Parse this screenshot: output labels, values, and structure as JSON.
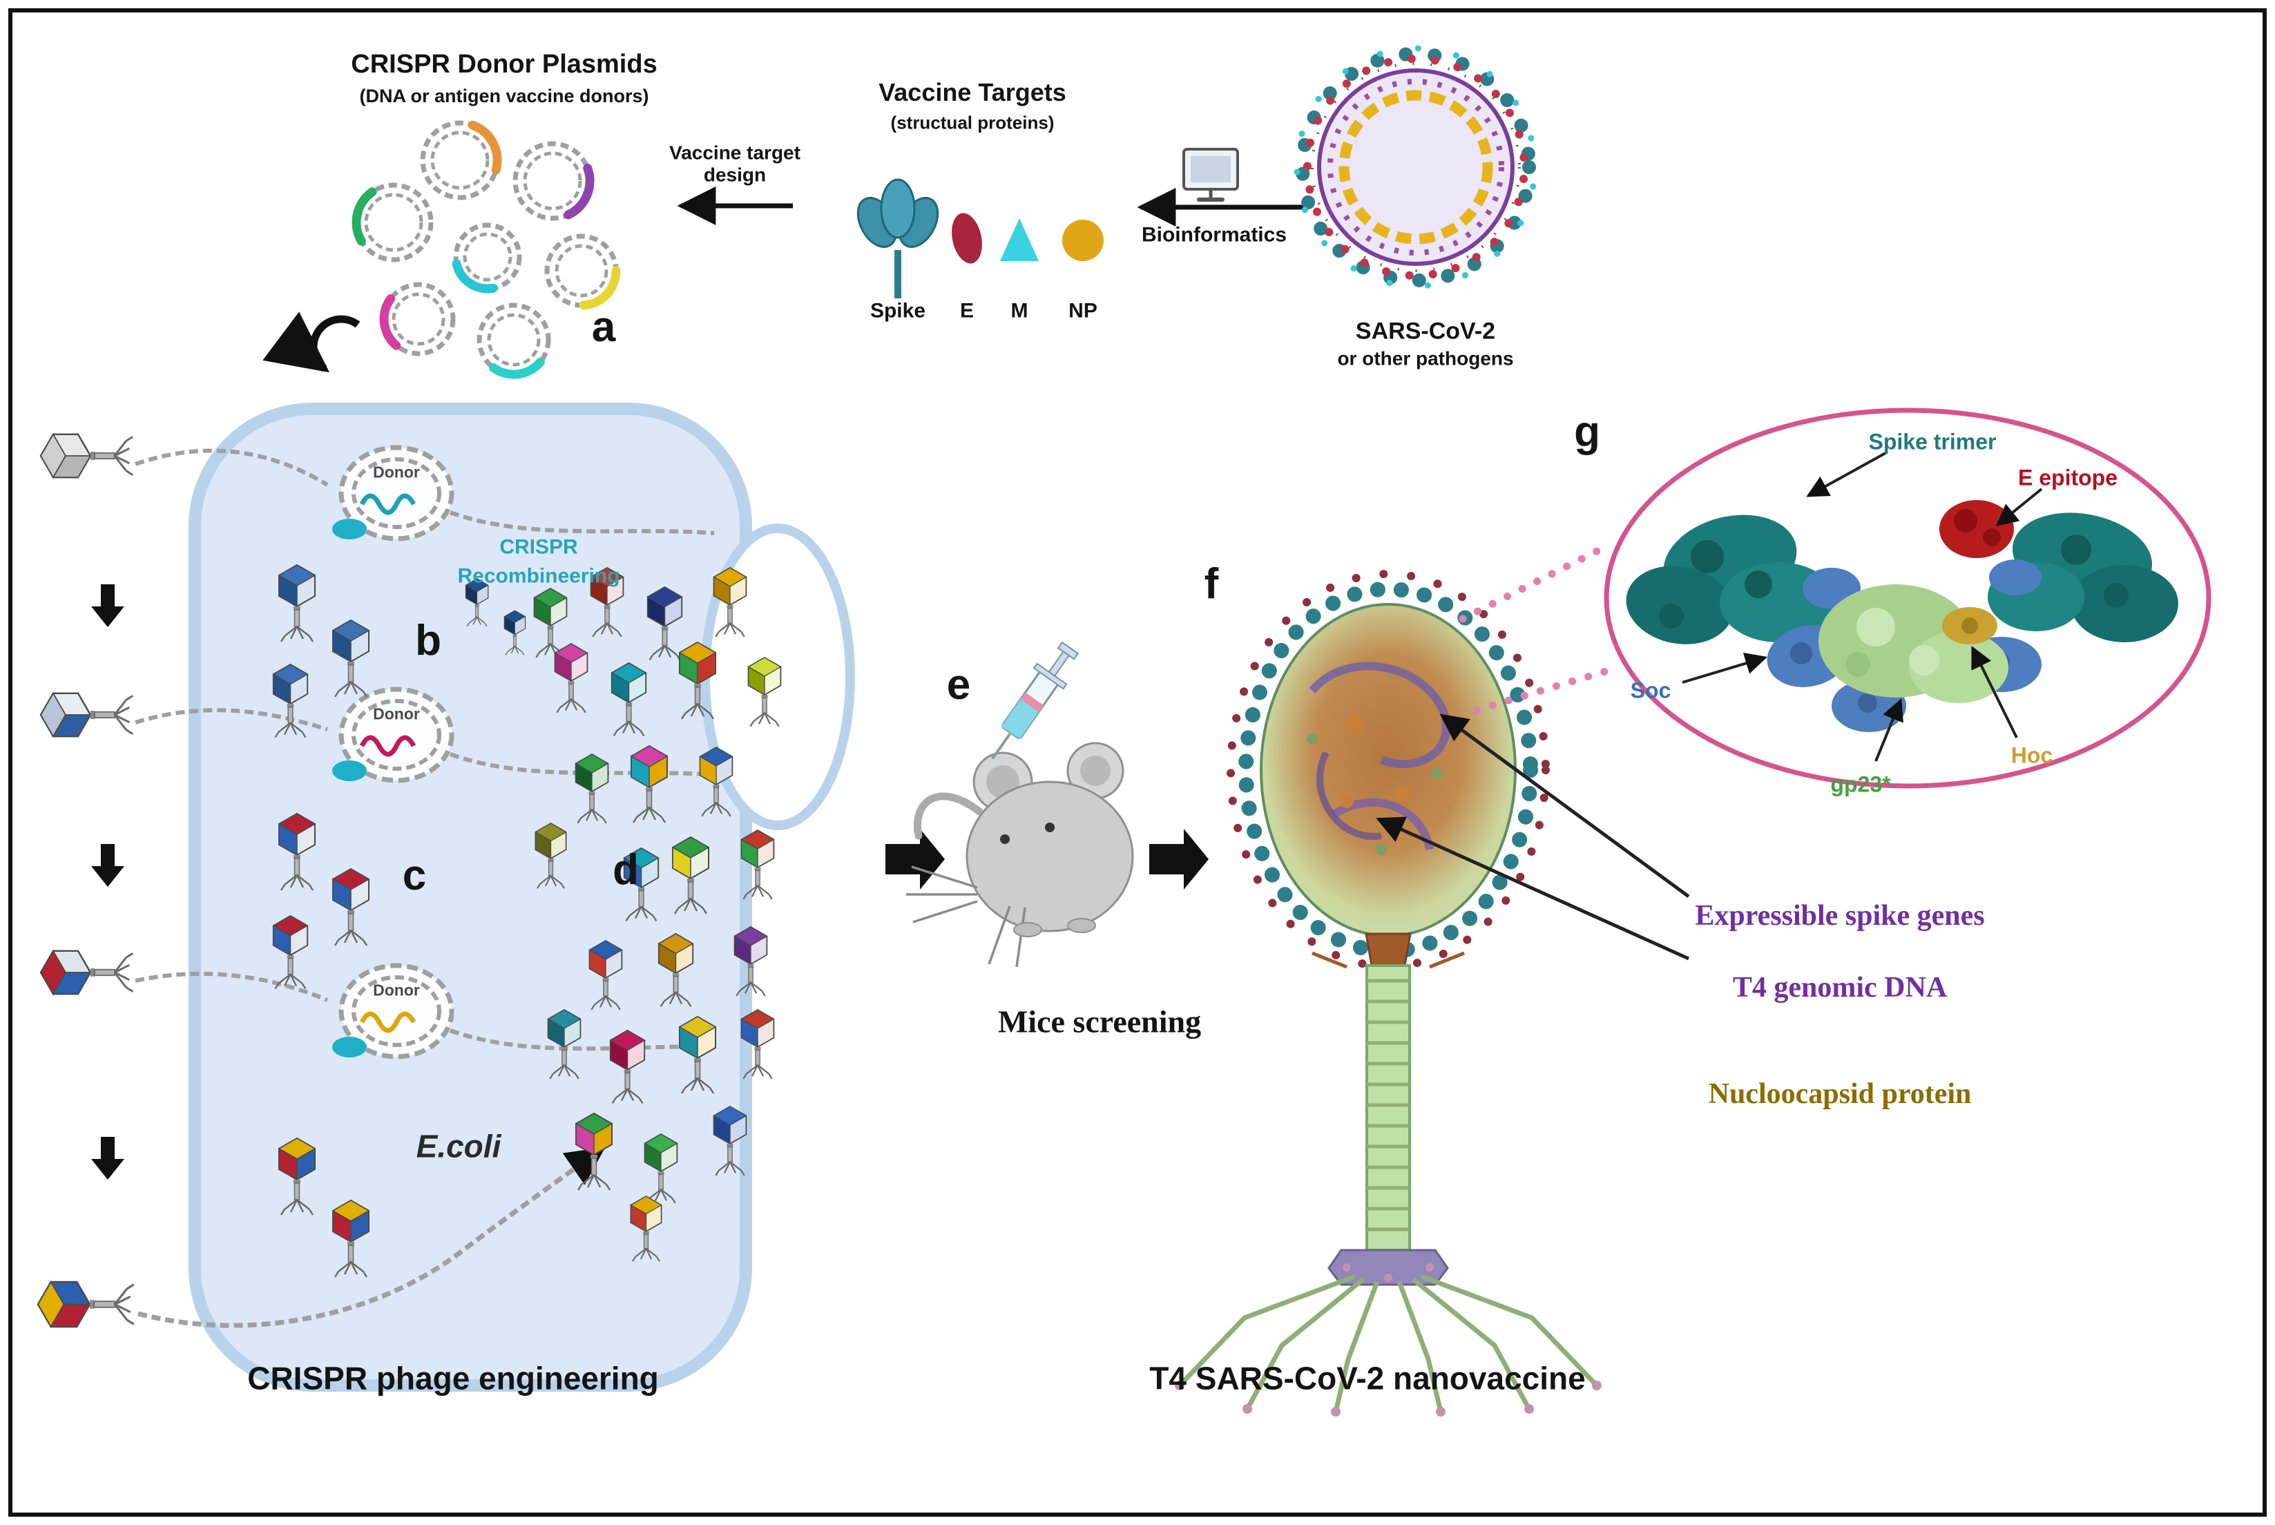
{
  "figure": {
    "donor_plasmids": {
      "title": "CRISPR Donor Plasmids",
      "subtitle": "(DNA or antigen vaccine donors)",
      "panel": "a"
    },
    "design_arrow": {
      "line1": "Vaccine target",
      "line2": "design"
    },
    "vaccine_targets": {
      "title": "Vaccine Targets",
      "subtitle": "(structual proteins)",
      "proteins": [
        "Spike",
        "E",
        "M",
        "NP"
      ]
    },
    "bioinformatics": "Bioinformatics",
    "sars": {
      "title": "SARS-CoV-2",
      "subtitle": "or other pathogens"
    },
    "engineering": {
      "donor": "Donor",
      "crispr1": "CRISPR",
      "crispr2": "Recombineering",
      "ecoli": "E.coli",
      "panel_b": "b",
      "panel_c": "c",
      "panel_d": "d",
      "caption": "CRISPR phage engineering"
    },
    "screening": {
      "panel": "e",
      "label": "Mice screening"
    },
    "nanovaccine": {
      "panel": "f",
      "caption": "T4 SARS-CoV-2 nanovaccine"
    },
    "zoom": {
      "panel": "g",
      "labels": {
        "spike_trimer": "Spike trimer",
        "e_epitope": "E epitope",
        "soc": "Soc",
        "gp23": "gp23*",
        "hoc": "Hoc"
      }
    },
    "annotations": {
      "spike_genes": "Expressible spike genes",
      "genomic_dna": "T4 genomic DNA",
      "nucleocapsid": "Nucloocapsid protein"
    }
  },
  "palette": {
    "teal": "#2e7d8a",
    "purple_text": "#7030a0",
    "olive_text": "#8a6d00",
    "pink": "#d4548e",
    "cell_fill": "#dce8f7",
    "cell_stroke": "#b9d2ec"
  }
}
